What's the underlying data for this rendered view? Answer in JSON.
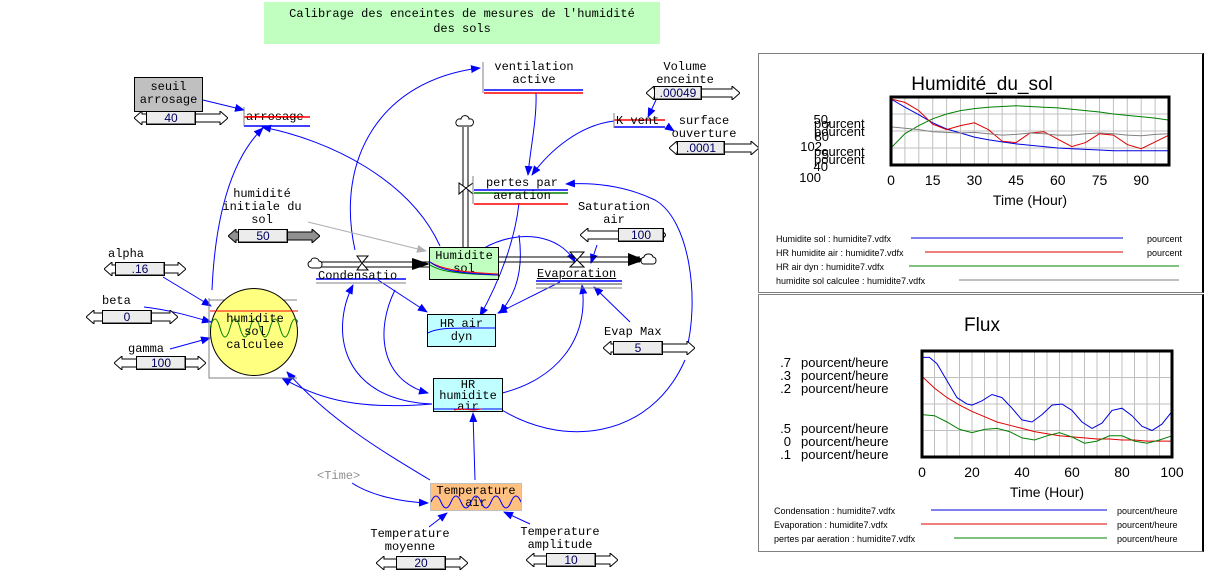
{
  "title": "Calibrage des enceintes de mesures de l'humidité des sols",
  "title_lines": [
    "Calibrage des enceintes de mesures de l'humidité",
    "des sols"
  ],
  "colors": {
    "title_bg": "#c0ffc0",
    "link": "#0000ff",
    "stock_green": "#c0ffc0",
    "aux_cyan": "#c0ffff",
    "aux_orange": "#ffc080",
    "circle_yellow": "#ffff80",
    "series_blue": "#0000e0",
    "series_red": "#e00000",
    "series_green": "#008000",
    "series_gray": "#808080"
  },
  "model": {
    "variables": {
      "seuil_arrosage": {
        "label": "seuil\narrosage",
        "value": "40"
      },
      "arrosage": {
        "label": "arrosage"
      },
      "ventilation_active": {
        "label": "ventilation\nactive"
      },
      "volume_enceinte": {
        "label": "Volume\nenceinte",
        "value": ".00049"
      },
      "k_vent": {
        "label": "K vent"
      },
      "surface_ouverture": {
        "label": "surface\nouverture",
        "value": ".0001"
      },
      "pertes_par_aeration": {
        "label": "pertes par\naeration"
      },
      "saturation_air": {
        "label": "Saturation\nair",
        "value": "100"
      },
      "humidite_initiale": {
        "label": "humidité\ninitiale du\nsol",
        "value": "50"
      },
      "humidite_sol": {
        "label": "Humidite\nsol"
      },
      "condensation": {
        "label": "Condensatio"
      },
      "evaporation": {
        "label": "Evaporation"
      },
      "alpha": {
        "label": "alpha",
        "value": ".16"
      },
      "beta": {
        "label": "beta",
        "value": "0"
      },
      "gamma": {
        "label": "gamma",
        "value": "100"
      },
      "humidite_sol_calculee": {
        "label": "humidite\nsol\ncalculee"
      },
      "hr_air_dyn": {
        "label": "HR air\ndyn"
      },
      "evap_max": {
        "label": "Evap Max",
        "value": "5"
      },
      "hr_humidite_air": {
        "label": "HR\nhumidite\nair"
      },
      "time": {
        "label": "<Time>"
      },
      "temperature_air": {
        "label": "Temperature\nair"
      },
      "temperature_moyenne": {
        "label": "Temperature\nmoyenne",
        "value": "20"
      },
      "temperature_amplitude": {
        "label": "Temperature\namplitude",
        "value": "10"
      }
    }
  },
  "chart_data": [
    {
      "type": "line",
      "title": "Humidité_du_sol",
      "xlabel": "Time (Hour)",
      "x_ticks": [
        "0",
        "15",
        "30",
        "45",
        "60",
        "75",
        "90"
      ],
      "xlim": [
        0,
        100
      ],
      "y_axis_labels": [
        {
          "top": "50",
          "bottom": "0",
          "unit": "pourcent"
        },
        {
          "top": "7",
          "bottom": "5",
          "unit": "pourcent"
        },
        {
          "top": "80",
          "bottom": "40",
          "unit": "pourcent"
        },
        {
          "top": "102",
          "bottom": "100",
          "unit": "pourcent"
        }
      ],
      "y_label_stack": [
        "50",
        "7",
        "80",
        "102",
        "5",
        "40",
        "100"
      ],
      "y_unit_labels": [
        "pourcent",
        "pourcent",
        "pourcent",
        "pourcent"
      ],
      "grid": true,
      "legend_position": "bottom",
      "series": [
        {
          "name": "Humidite sol : humidite7.vdfx",
          "unit": "pourcent",
          "color": "#0000e0",
          "x": [
            0,
            5,
            10,
            15,
            20,
            25,
            30,
            35,
            40,
            45,
            50,
            55,
            60,
            65,
            70,
            75,
            80,
            85,
            90,
            95,
            100
          ],
          "y_norm": [
            0.97,
            0.85,
            0.74,
            0.62,
            0.53,
            0.47,
            0.41,
            0.37,
            0.34,
            0.31,
            0.29,
            0.27,
            0.25,
            0.24,
            0.23,
            0.22,
            0.21,
            0.21,
            0.21,
            0.21,
            0.21
          ]
        },
        {
          "name": "HR humidite air : humidite7.vdfx",
          "unit": "pourcent",
          "color": "#e00000",
          "x": [
            0,
            5,
            10,
            15,
            20,
            25,
            30,
            35,
            40,
            45,
            50,
            55,
            60,
            65,
            70,
            75,
            80,
            85,
            90,
            95,
            100
          ],
          "y_norm": [
            0.97,
            0.92,
            0.8,
            0.6,
            0.52,
            0.58,
            0.62,
            0.52,
            0.35,
            0.33,
            0.47,
            0.49,
            0.38,
            0.27,
            0.33,
            0.46,
            0.44,
            0.3,
            0.24,
            0.34,
            0.44
          ]
        },
        {
          "name": "HR air dyn : humidite7.vdfx",
          "unit": "",
          "color": "#008000",
          "x": [
            0,
            5,
            10,
            15,
            20,
            25,
            30,
            35,
            40,
            45,
            50,
            55,
            60,
            65,
            70,
            75,
            80,
            85,
            90,
            95,
            100
          ],
          "y_norm": [
            0.25,
            0.46,
            0.58,
            0.68,
            0.75,
            0.8,
            0.83,
            0.85,
            0.86,
            0.87,
            0.86,
            0.85,
            0.84,
            0.82,
            0.8,
            0.78,
            0.75,
            0.73,
            0.71,
            0.69,
            0.66
          ]
        },
        {
          "name": "humidite sol calculee : humidite7.vdfx",
          "unit": "",
          "color": "#808080",
          "x": [
            0,
            5,
            10,
            15,
            20,
            25,
            30,
            35,
            40,
            45,
            50,
            55,
            60,
            65,
            70,
            75,
            80,
            85,
            90,
            95,
            100
          ],
          "y_norm": [
            0.56,
            0.54,
            0.52,
            0.49,
            0.48,
            0.47,
            0.48,
            0.46,
            0.44,
            0.45,
            0.47,
            0.46,
            0.44,
            0.44,
            0.46,
            0.47,
            0.46,
            0.44,
            0.43,
            0.45,
            0.46
          ]
        }
      ]
    },
    {
      "type": "line",
      "title": "Flux",
      "xlabel": "Time (Hour)",
      "x_ticks": [
        "0",
        "20",
        "40",
        "60",
        "80",
        "100"
      ],
      "xlim": [
        0,
        100
      ],
      "y_label_stack_top": [
        ".7",
        ".3",
        ".2"
      ],
      "y_label_stack_bottom": [
        ".5",
        "0",
        ".1"
      ],
      "y_unit_labels": [
        "pourcent/heure",
        "pourcent/heure",
        "pourcent/heure",
        "pourcent/heure",
        "pourcent/heure",
        "pourcent/heure"
      ],
      "grid": true,
      "legend_position": "bottom",
      "series": [
        {
          "name": "Condensation : humidite7.vdfx",
          "unit": "pourcent/heure",
          "color": "#0000e0",
          "x": [
            0,
            3,
            6,
            10,
            14,
            18,
            20,
            24,
            28,
            32,
            36,
            40,
            44,
            48,
            52,
            56,
            60,
            64,
            68,
            72,
            76,
            80,
            84,
            88,
            92,
            96,
            100
          ],
          "y_norm": [
            0.94,
            0.94,
            0.88,
            0.72,
            0.56,
            0.5,
            0.49,
            0.53,
            0.59,
            0.56,
            0.46,
            0.35,
            0.33,
            0.4,
            0.49,
            0.5,
            0.44,
            0.33,
            0.27,
            0.32,
            0.44,
            0.46,
            0.39,
            0.29,
            0.25,
            0.31,
            0.43
          ]
        },
        {
          "name": "Evaporation : humidite7.vdfx",
          "unit": "pourcent/heure",
          "color": "#e00000",
          "x": [
            0,
            5,
            10,
            15,
            20,
            25,
            30,
            35,
            40,
            45,
            50,
            55,
            60,
            65,
            70,
            75,
            80,
            85,
            90,
            95,
            100
          ],
          "y_norm": [
            0.76,
            0.65,
            0.56,
            0.49,
            0.43,
            0.38,
            0.33,
            0.3,
            0.27,
            0.24,
            0.22,
            0.2,
            0.19,
            0.18,
            0.17,
            0.17,
            0.16,
            0.16,
            0.15,
            0.15,
            0.15
          ]
        },
        {
          "name": "pertes par aeration : humidite7.vdfx",
          "unit": "pourcent/heure",
          "color": "#008000",
          "x": [
            0,
            5,
            10,
            15,
            20,
            25,
            30,
            35,
            40,
            45,
            50,
            55,
            60,
            65,
            70,
            75,
            80,
            85,
            90,
            95,
            100
          ],
          "y_norm": [
            0.4,
            0.39,
            0.33,
            0.26,
            0.23,
            0.26,
            0.27,
            0.24,
            0.18,
            0.16,
            0.2,
            0.23,
            0.19,
            0.13,
            0.15,
            0.2,
            0.2,
            0.15,
            0.13,
            0.16,
            0.2
          ]
        }
      ]
    }
  ]
}
